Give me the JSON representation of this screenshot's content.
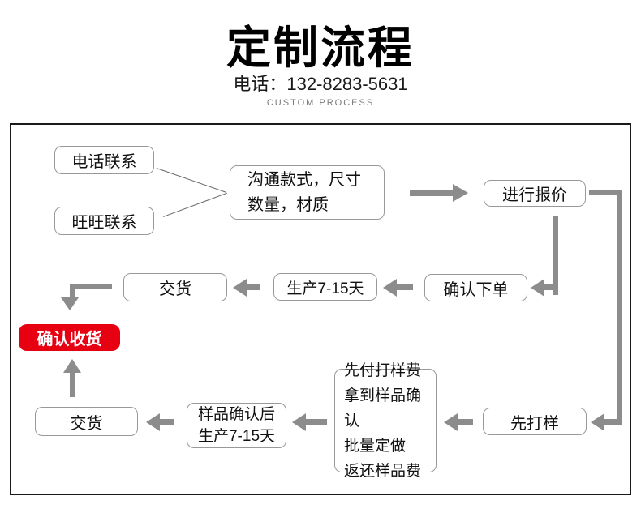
{
  "header": {
    "title": "定制流程",
    "phone": "电话：132-8283-5631",
    "subtitle": "CUSTOM PROCESS"
  },
  "colors": {
    "accent_red": "#e60012",
    "arrow_gray": "#8c8c8c"
  },
  "flow": {
    "nodes": {
      "phone_contact": {
        "label": "电话联系"
      },
      "wangwang_contact": {
        "label": "旺旺联系"
      },
      "discuss": {
        "lines": [
          "沟通款式，尺寸",
          "数量，材质"
        ]
      },
      "quote": {
        "label": "进行报价"
      },
      "confirm_order": {
        "label": "确认下单"
      },
      "production_top": {
        "label": "生产7-15天"
      },
      "delivery_top": {
        "label": "交货"
      },
      "confirm_receipt": {
        "label": "确认收货"
      },
      "delivery_bottom": {
        "label": "交货"
      },
      "sample_confirm": {
        "lines": [
          "样品确认后",
          "生产7-15天"
        ]
      },
      "sample_fee": {
        "lines": [
          "先付打样费",
          "拿到样品确认",
          "批量定做",
          "返还样品费"
        ]
      },
      "first_sample": {
        "label": "先打样"
      }
    }
  }
}
